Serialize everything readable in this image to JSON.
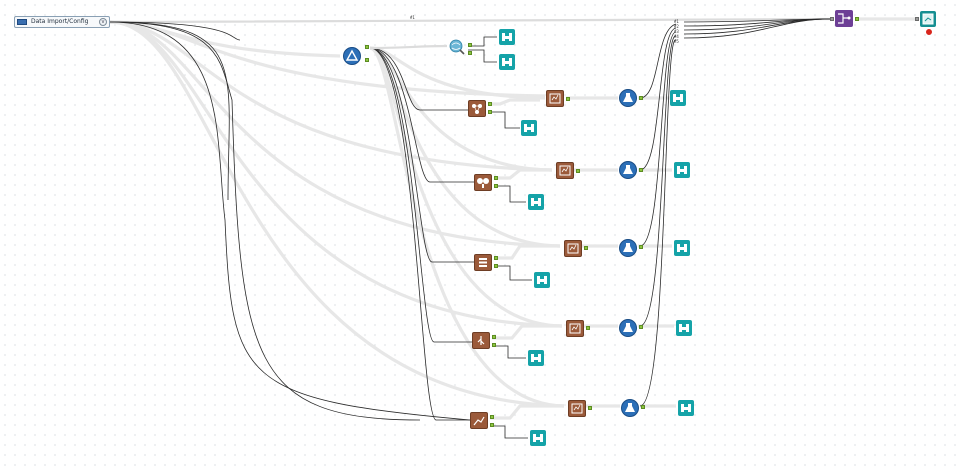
{
  "canvas": {
    "background": "#ffffff",
    "accent_colors": {
      "browse": "#15a3a8",
      "brown_tool": "#9b5a3a",
      "blue_tool": "#2c6fb7",
      "purple_tool": "#6d3f96",
      "anchor": "#8dc63f",
      "error": "#d9251c"
    }
  },
  "container": {
    "title": "Data Import/Config",
    "toggle_icon": "chevron-down-icon"
  },
  "labels": {
    "top_wire": "#1",
    "union_inputs": "#1\n#2\n#3\n#4\n#5"
  }
}
